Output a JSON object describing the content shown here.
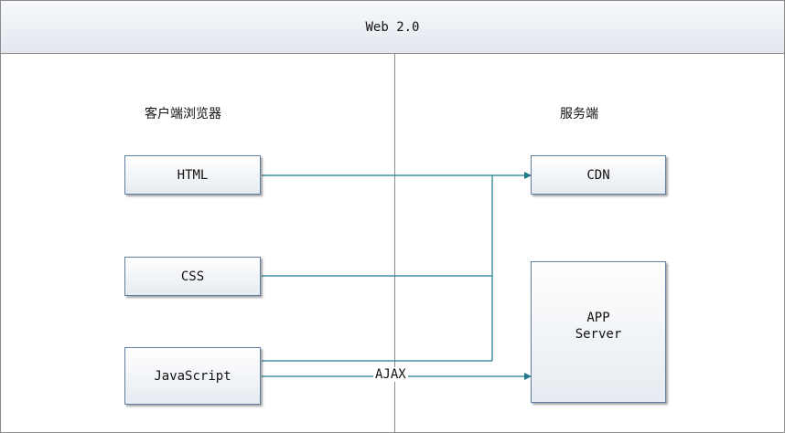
{
  "header": {
    "title": "Web 2.0"
  },
  "sections": {
    "client": "客户端浏览器",
    "server": "服务端"
  },
  "client_nodes": {
    "html": "HTML",
    "css": "CSS",
    "javascript": "JavaScript"
  },
  "server_nodes": {
    "cdn": "CDN",
    "app_line1": "APP",
    "app_line2": "Server"
  },
  "edges": {
    "ajax_label": "AJAX"
  },
  "colors": {
    "connector": "#1f7a8c",
    "border": "#5f7fa0",
    "divider": "#8a8a8a"
  }
}
